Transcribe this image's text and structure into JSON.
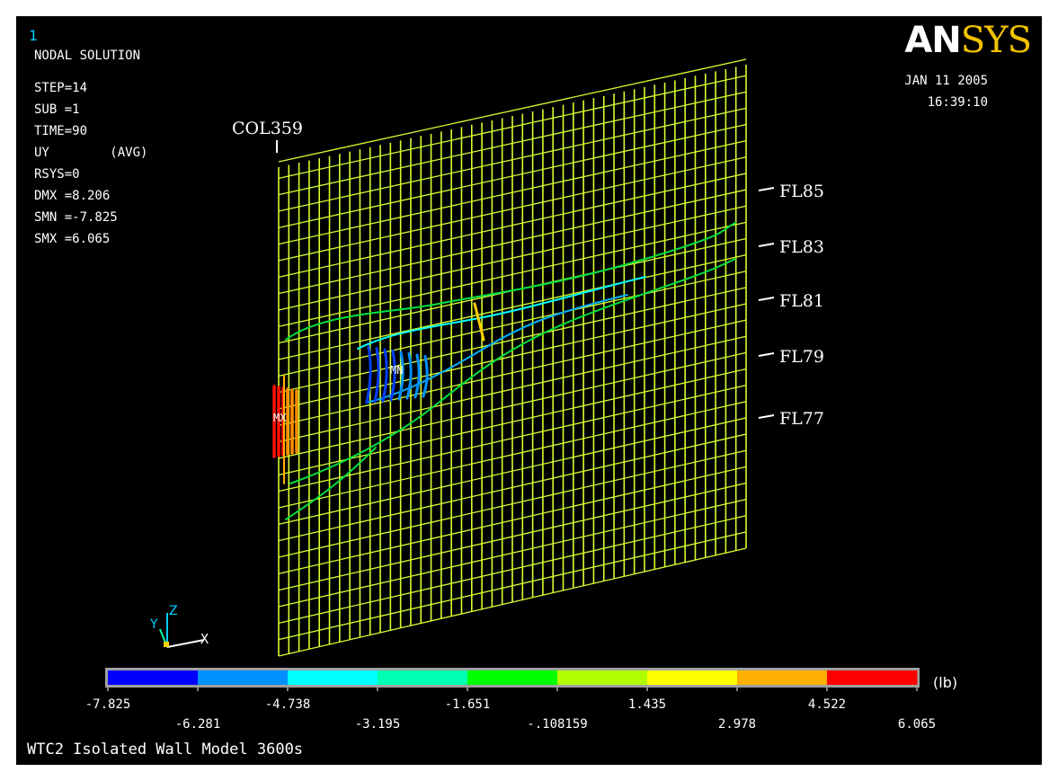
{
  "window_number": "1",
  "logo": {
    "an": "AN",
    "sys": "SYS"
  },
  "date": "JAN 11 2005",
  "time": "16:39:10",
  "info": {
    "title": "NODAL SOLUTION",
    "step": "STEP=14",
    "sub": "SUB =1",
    "time": "TIME=90",
    "component": "UY        (AVG)",
    "rsys": "RSYS=0",
    "dmx": "DMX =8.206",
    "smn": "SMN =-7.825",
    "smx": "SMX =6.065"
  },
  "annotations": {
    "column": "COL359",
    "floors": [
      "FL85",
      "FL83",
      "FL81",
      "FL79",
      "FL77"
    ],
    "mn": "MN",
    "mx": "MX"
  },
  "triad": {
    "x": "X",
    "y": "Y",
    "z": "Z"
  },
  "legend": {
    "unit": "(lb)",
    "colors": [
      "#0000ff",
      "#0090ff",
      "#00ffff",
      "#00ffb0",
      "#00ff00",
      "#b0ff00",
      "#ffff00",
      "#ffb000",
      "#ff0000"
    ],
    "labels_top": [
      "-7.825",
      "-4.738",
      "-1.651",
      "1.435",
      "4.522"
    ],
    "labels_bottom": [
      "-6.281",
      "-3.195",
      "-.108159",
      "2.978",
      "6.065"
    ]
  },
  "footer": "WTC2 Isolated Wall Model 3600s"
}
